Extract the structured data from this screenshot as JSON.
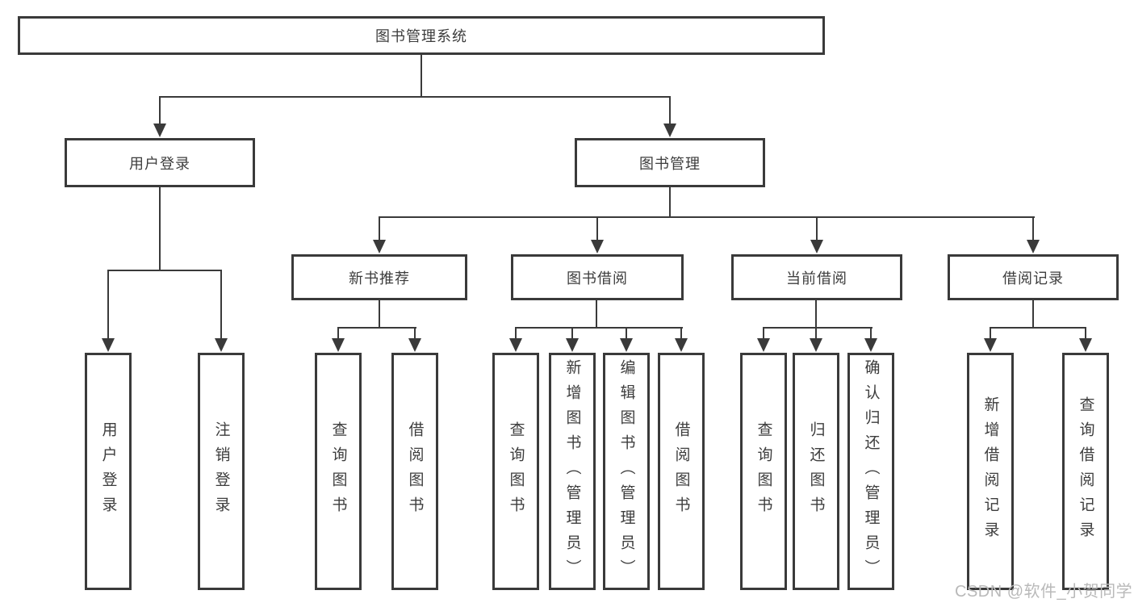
{
  "diagram": {
    "root": {
      "label": "图书管理系统"
    },
    "level1": [
      {
        "label": "用户登录",
        "parent": "图书管理系统"
      },
      {
        "label": "图书管理",
        "parent": "图书管理系统"
      }
    ],
    "level2": [
      {
        "label": "新书推荐",
        "parent": "图书管理"
      },
      {
        "label": "图书借阅",
        "parent": "图书管理"
      },
      {
        "label": "当前借阅",
        "parent": "图书管理"
      },
      {
        "label": "借阅记录",
        "parent": "图书管理"
      }
    ],
    "leaves": [
      {
        "label": "用户登录",
        "parent": "用户登录"
      },
      {
        "label": "注销登录",
        "parent": "用户登录"
      },
      {
        "label": "查询图书",
        "parent": "新书推荐"
      },
      {
        "label": "借阅图书",
        "parent": "新书推荐"
      },
      {
        "label": "查询图书",
        "parent": "图书借阅"
      },
      {
        "label": "新增图书（管理员）",
        "parent": "图书借阅"
      },
      {
        "label": "编辑图书（管理员）",
        "parent": "图书借阅"
      },
      {
        "label": "借阅图书",
        "parent": "图书借阅"
      },
      {
        "label": "查询图书",
        "parent": "当前借阅"
      },
      {
        "label": "归还图书",
        "parent": "当前借阅"
      },
      {
        "label": "确认归还（管理员）",
        "parent": "当前借阅"
      },
      {
        "label": "新增借阅记录",
        "parent": "借阅记录"
      },
      {
        "label": "查询借阅记录",
        "parent": "借阅记录"
      }
    ]
  },
  "watermark": "CSDN @软件_小贺同学",
  "colors": {
    "line": "#3a3a3a",
    "text": "#3d3d3d",
    "background": "#ffffff",
    "watermark": "#b9b9b9"
  }
}
